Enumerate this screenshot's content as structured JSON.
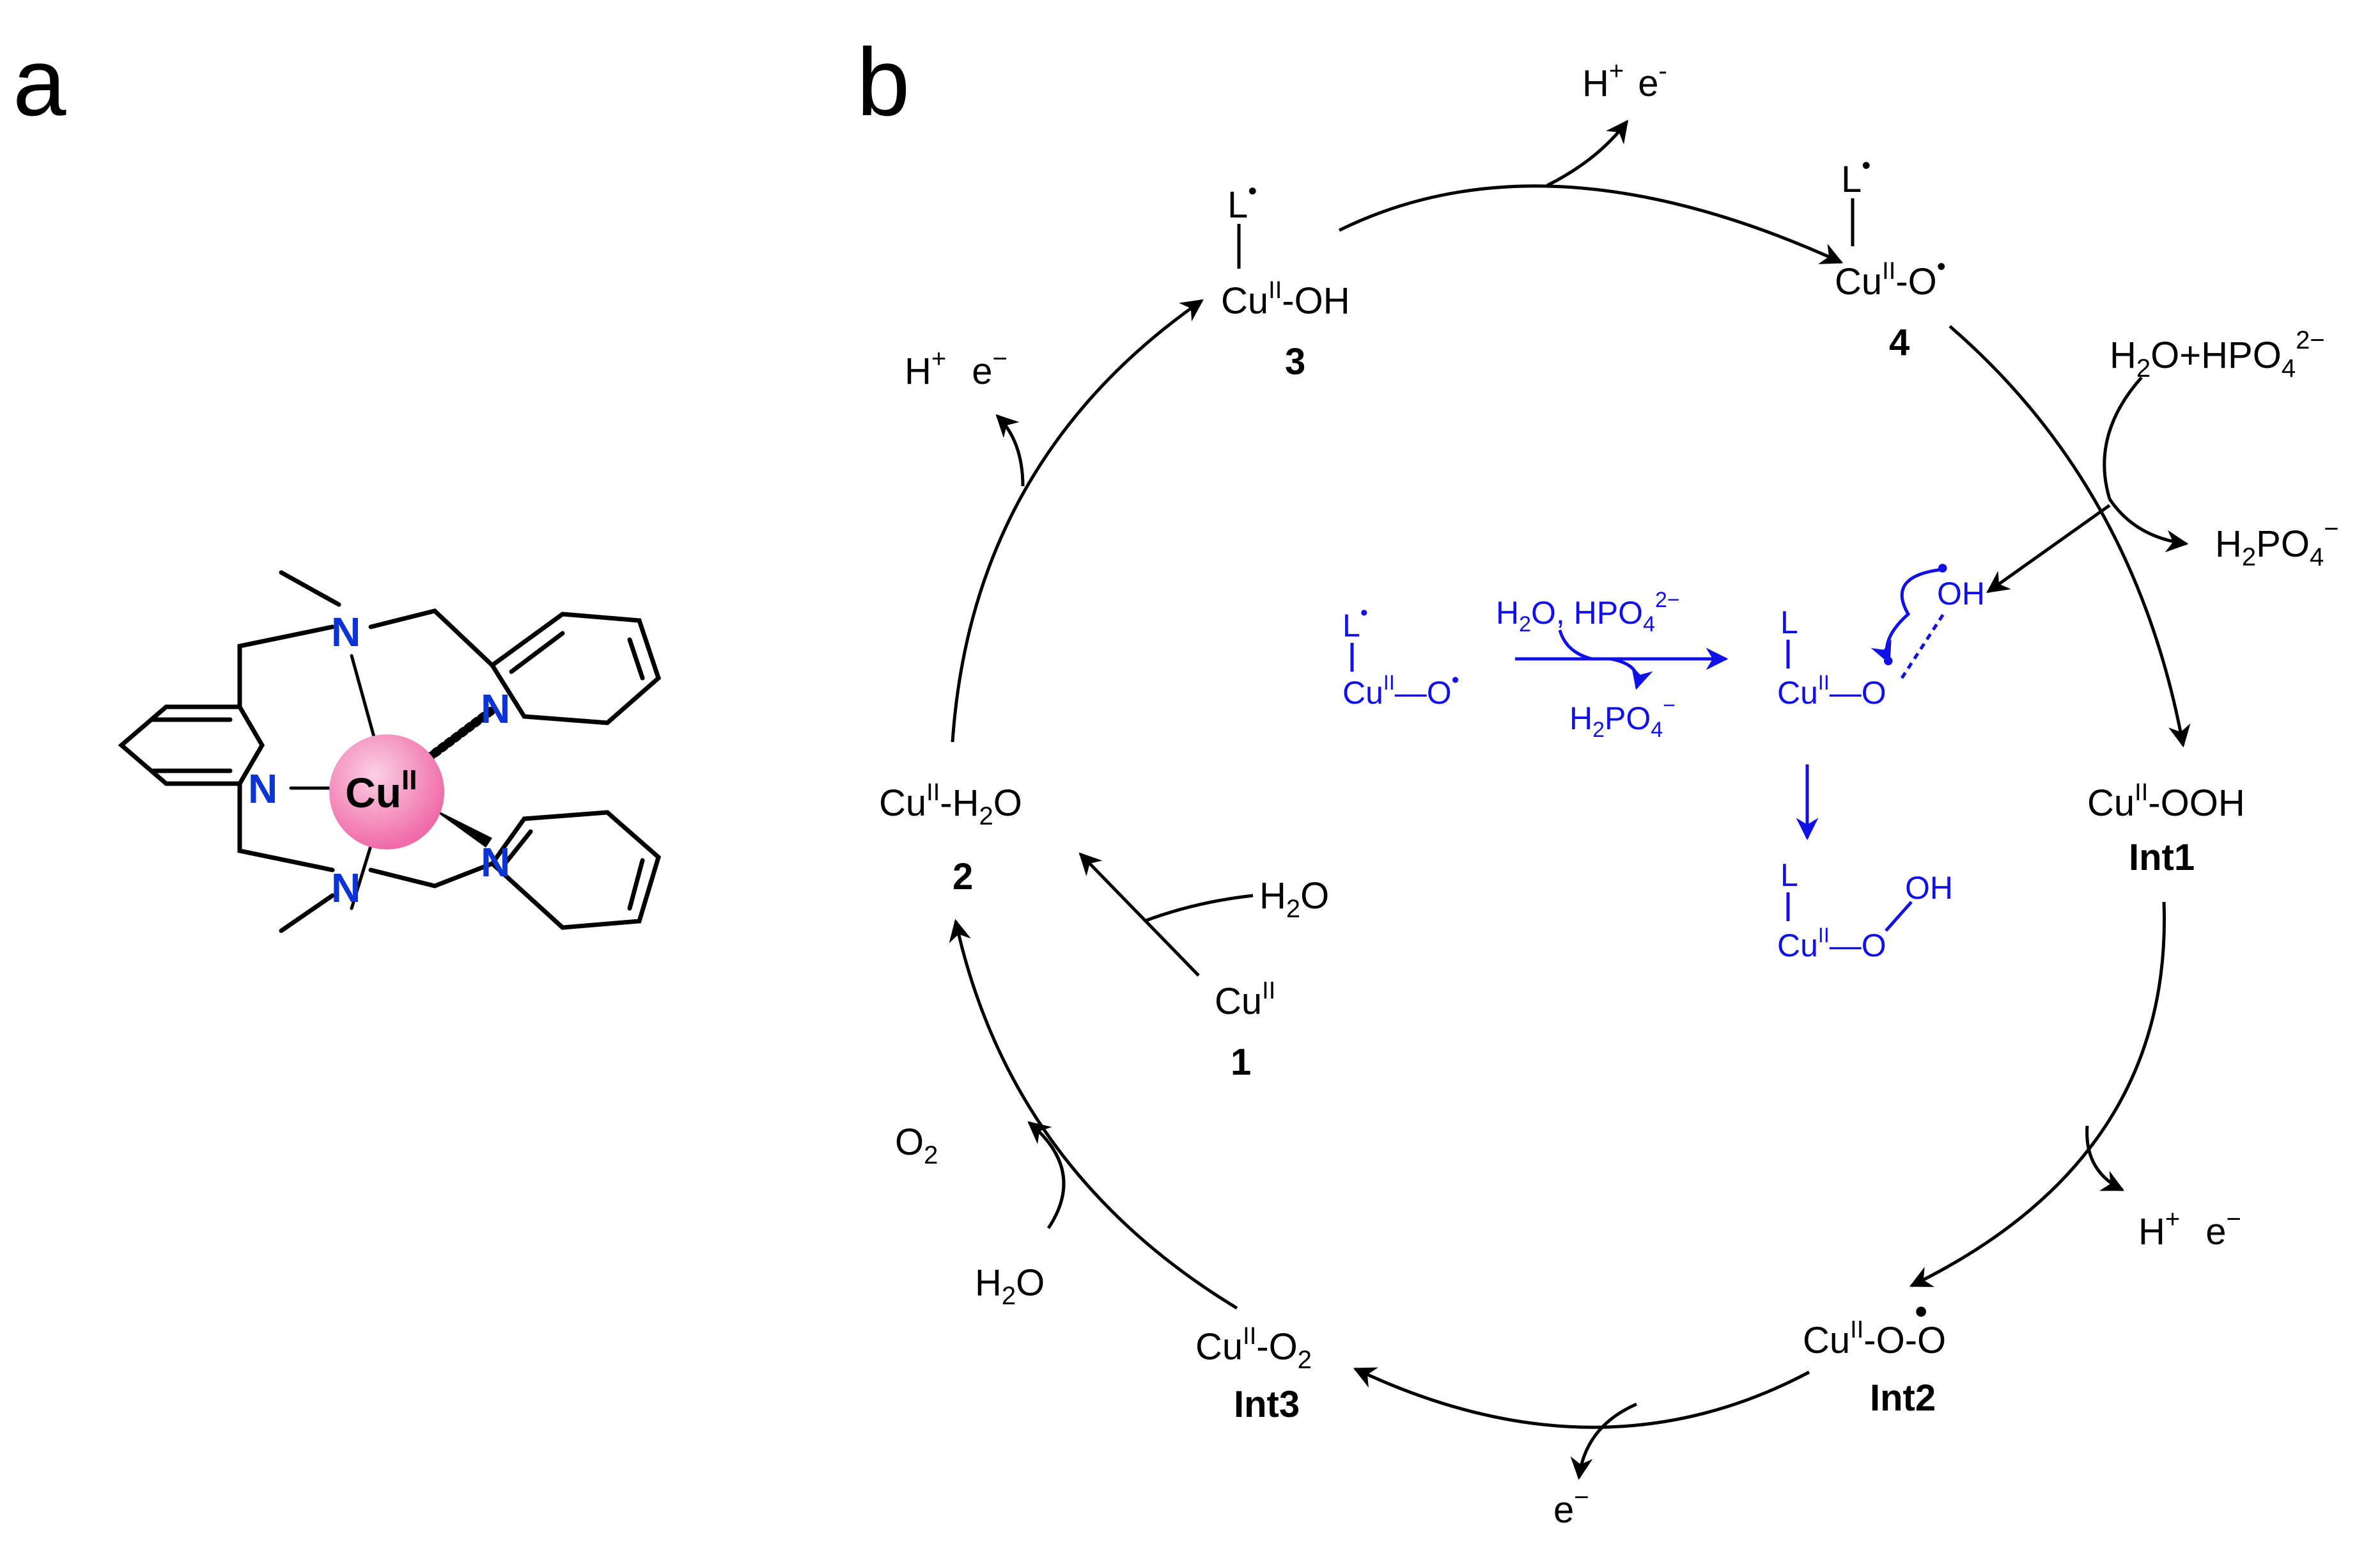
{
  "panels": {
    "a": "a",
    "b": "b"
  },
  "structure": {
    "metal": "Cu",
    "metal_ox": "II",
    "n_atom": "N",
    "sphere_color": "#f06aa8",
    "n_color": "#0b33d6"
  },
  "cycle": {
    "s1": {
      "formula": "Cu",
      "ox": "II",
      "label": "1"
    },
    "s2": {
      "cu": "Cu",
      "ox": "II",
      "tail": "-H",
      "sub": "2",
      "end": "O",
      "label": "2"
    },
    "s3": {
      "ligand": "L",
      "cu": "Cu",
      "ox": "II",
      "tail": "-OH",
      "label": "3"
    },
    "s4": {
      "ligand": "L",
      "cu": "Cu",
      "ox": "II",
      "tail": "-O",
      "label": "4"
    },
    "int1": {
      "cu": "Cu",
      "ox": "II",
      "tail": "-OOH",
      "label": "Int1"
    },
    "int2": {
      "cu": "Cu",
      "ox": "II",
      "tail": "-O-O",
      "label": "Int2"
    },
    "int3": {
      "cu": "Cu",
      "ox": "II",
      "tail": "-O",
      "sub": "2",
      "label": "Int3"
    },
    "water_in": {
      "main": "H",
      "sub": "2",
      "end": "O"
    },
    "top_release": {
      "h": "H",
      "hsup": "+",
      "e": "e",
      "esup": "-"
    },
    "left_release": {
      "h": "H",
      "hsup": "+",
      "e": "e",
      "esup": "−"
    },
    "right_release": {
      "h": "H",
      "hsup": "+",
      "e": "e",
      "esup": "−"
    },
    "bottom_release": {
      "e": "e",
      "esup": "−"
    },
    "phosphate_in": {
      "a": "H",
      "asub": "2",
      "b": "O+HPO",
      "bsub": "4",
      "bsup": "2−"
    },
    "phosphate_out": {
      "a": "H",
      "asub": "2",
      "b": "PO",
      "bsub": "4",
      "bsup": "−"
    },
    "o2_out": {
      "main": "O",
      "sub": "2"
    },
    "water_in_left": {
      "main": "H",
      "sub": "2",
      "end": "O"
    }
  },
  "inset": {
    "color": "#1010e8",
    "left": {
      "ligand": "L",
      "cu": "Cu",
      "ox": "II",
      "tail": "—O"
    },
    "reagent_top": {
      "a": "H",
      "asub": "2",
      "b": "O, HPO",
      "bsub": "4",
      "bsup": "2−"
    },
    "reagent_bottom": {
      "a": "H",
      "asub": "2",
      "b": "PO",
      "bsub": "4",
      "bsup": "−"
    },
    "right": {
      "ligand": "L",
      "cu": "Cu",
      "ox": "II",
      "tail": "—O",
      "oh": "OH"
    },
    "bottom": {
      "ligand": "L",
      "cu": "Cu",
      "ox": "II",
      "tail": "—O",
      "oh": "OH"
    }
  }
}
